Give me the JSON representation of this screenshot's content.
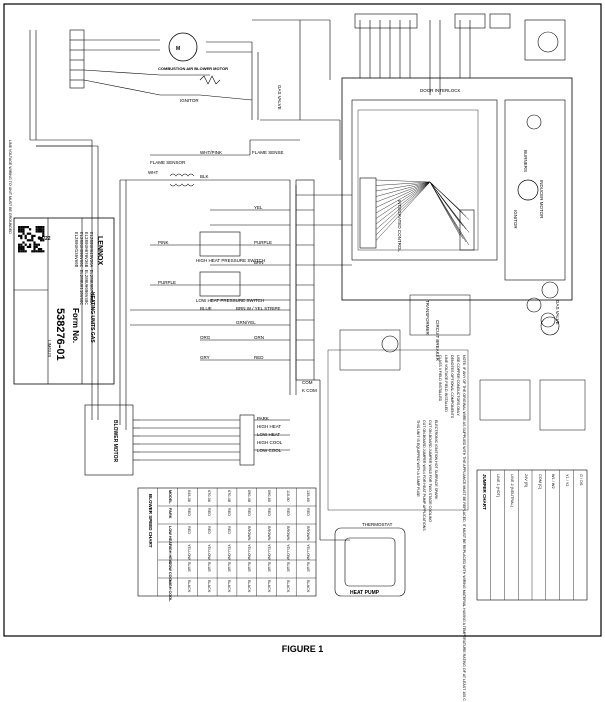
{
  "figure_caption": "FIGURE 1",
  "title_block": {
    "date": "04/22",
    "brand": "LENNOX",
    "subtitle": "HEATING UNITS GAS",
    "form_label": "Form No.",
    "form_number": "538276-01",
    "sheet_code": "LIMGUS",
    "models": [
      "EL280UH045V36A  EL280UH070V48A",
      "EL280UH070V36B  EL280UH090V48C",
      "EL280UH090V60C  EL280UH110V60C",
      "EL280UH135V60D"
    ]
  },
  "components": {
    "combustion_blower": "COMBUSTION AIR BLOWER MOTOR",
    "ignitor": "IGNITOR",
    "flame_sensor": "FLAME SENSOR",
    "flame_sense": "FLAME SENSE",
    "gas_valve": "GAS VALVE",
    "high_heat_switch": "HIGH HEAT PRESSURE SWITCH",
    "low_heat_switch": "LOW HEAT PRESSURE SWITCH",
    "blower_motor": "BLOWER MOTOR",
    "door_interlock": "DOOR INTERLOCK",
    "transformer": "TRANSFORMER",
    "circuit_breaker": "CIRCUIT BREAKER",
    "integrated_control": "INTEGRATED CONTROL",
    "burners": "BURNERS",
    "ignitor_label": "IGNITOR",
    "inducer": "INDUCER MOTOR",
    "gas_valve_label": "GAS VALVE",
    "heat_pump": "HEAT PUMP",
    "thermostat": "THERMOSTAT"
  },
  "wire_labels": {
    "yel": "YEL",
    "pink": "PINK",
    "purple": "PURPLE",
    "blue": "BLUE",
    "brn": "BRN",
    "blk": "BLK",
    "wht": "WHT",
    "red": "RED",
    "grn": "GRN",
    "org": "ORG",
    "gry": "GRY",
    "wht_pink": "WHT/PINK",
    "grn_yel": "GRN/YEL",
    "brn_yel": "BRN W / YEL STRIPE"
  },
  "terminal_labels": {
    "park": "PARK",
    "high_heat": "HIGH HEAT",
    "low_heat": "LOW HEAT",
    "high_cool": "HIGH COOL",
    "low_cool": "LOW COOL",
    "com": "COM",
    "k_com": "K COM"
  },
  "speed_table": {
    "title": "BLOWER SPEED CHART",
    "headers": [
      "MODEL",
      "PARK",
      "LOW HEAT",
      "HIGH HEAT",
      "LOW COOL",
      "HIGH COOL"
    ],
    "rows": [
      [
        "045-36",
        "RED",
        "RED",
        "YELLOW",
        "BLUE",
        "BLACK"
      ],
      [
        "070-36",
        "RED",
        "RED",
        "YELLOW",
        "BLUE",
        "BLACK"
      ],
      [
        "070-48",
        "RED",
        "RED",
        "YELLOW",
        "BLUE",
        "BLACK"
      ],
      [
        "090-48",
        "RED",
        "BROWN",
        "YELLOW",
        "BLUE",
        "BLACK"
      ],
      [
        "090-60",
        "RED",
        "BROWN",
        "YELLOW",
        "BLUE",
        "BLACK"
      ],
      [
        "110-60",
        "RED",
        "BROWN",
        "YELLOW",
        "BLUE",
        "BLACK"
      ],
      [
        "135-60",
        "RED",
        "BROWN",
        "YELLOW",
        "BLUE",
        "BLACK"
      ]
    ]
  },
  "jumper_chart": {
    "title": "JUMPER CHART",
    "rows": [
      "LINE 1 (HOT)",
      "LINE 2 (NEUTRAL)",
      "24V (R)",
      "COM (C)",
      "W1 / W2",
      "Y1 / Y2",
      "G / DS"
    ]
  },
  "notes": [
    "NOTE: IF ANY OF THE ORIGINAL WIRE AS SUPPLIED WITH THE APPLIANCE MUST BE REPLACED, IT MUST BE REPLACED WITH WIRING MATERIAL HAVING A TEMPERATURE RATING OF AT LEAST 105 C.",
    "USE COPPER CONDUCTORS ONLY.",
    "DENOTES OPTIONAL COMPONENTS",
    "LINE VOLTAGE FIELD INSTALLED",
    "CLASS II FIELD INSTALLED"
  ],
  "legend_notes": [
    "ELECTRONIC IGNITION HOT SURFACE SPARK",
    "CUT ON-BOARD JUMPER W915 FOR TWO STAGE COOLING",
    "CUT ON-BOARD JUMPER W914 FOR HEAT PUMP APPLICATIONS",
    "THIS UNIT IS EQUIPPED WITH A 3 AMP FUSE"
  ],
  "side_note": "LINE VOLTAGE WIRING TO UNIT MUST BE GROUNDED"
}
